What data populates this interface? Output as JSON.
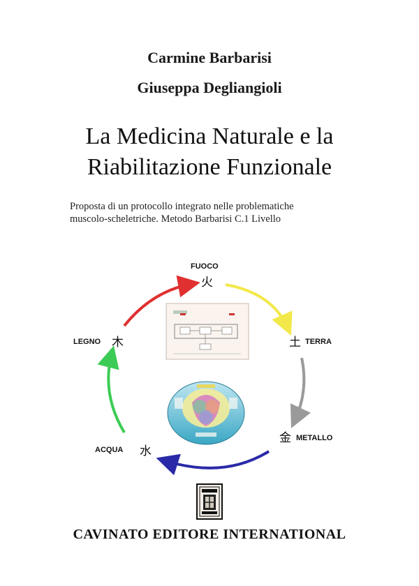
{
  "authors": [
    "Carmine Barbarisi",
    "Giuseppa Degliangioli"
  ],
  "title_lines": [
    "La Medicina Naturale e la",
    "Riabilitazione Funzionale"
  ],
  "subtitle_lines": [
    "Proposta di un protocollo integrato nelle problematiche",
    "muscolo-scheletriche. Metodo Barbarisi C.1 Livello"
  ],
  "elements": {
    "fuoco": {
      "label": "FUOCO",
      "glyph": "火"
    },
    "terra": {
      "label": "TERRA",
      "glyph": "土"
    },
    "metallo": {
      "label": "METALLO",
      "glyph": "金"
    },
    "acqua": {
      "label": "ACQUA",
      "glyph": "水"
    },
    "legno": {
      "label": "LEGNO",
      "glyph": "木"
    }
  },
  "arrow_colors": {
    "legno_to_fuoco": "#e03030",
    "fuoco_to_terra": "#f2e84a",
    "terra_to_metallo": "#9a9a9a",
    "metallo_to_acqua": "#2a2aa8",
    "acqua_to_legno": "#3ccc55"
  },
  "publisher": "CAVINATO EDITORE INTERNATIONAL",
  "logo": {
    "lettering": "CE"
  }
}
